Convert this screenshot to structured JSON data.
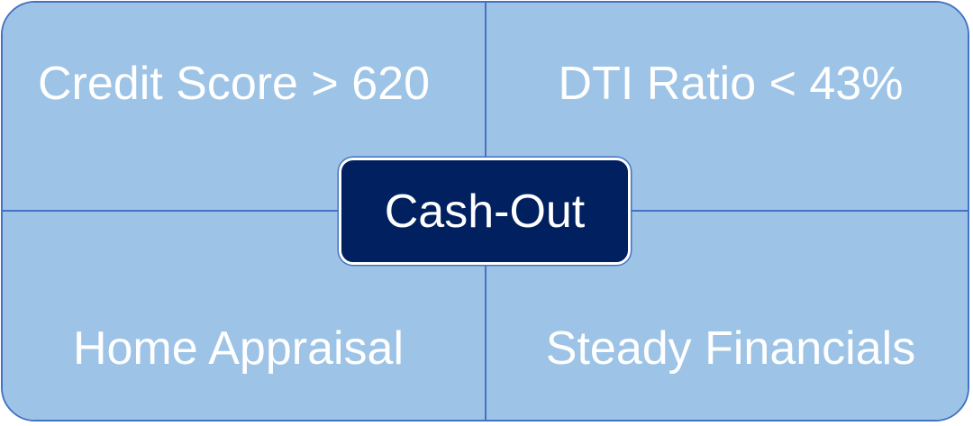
{
  "diagram": {
    "center": {
      "label": "Cash-Out"
    },
    "quadrants": {
      "top_left": "Credit Score > 620",
      "top_right": "DTI Ratio < 43%",
      "bottom_left": "Home Appraisal",
      "bottom_right": "Steady Financials"
    },
    "colors": {
      "quadrant_fill": "#9dc3e6",
      "quadrant_border": "#4472c4",
      "center_fill": "#002060",
      "text": "#ffffff"
    }
  }
}
